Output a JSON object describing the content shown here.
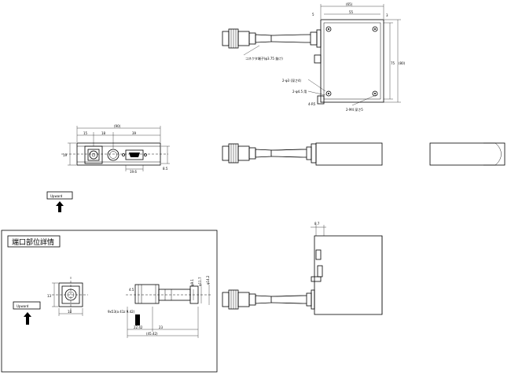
{
  "top_view": {
    "dim_width_total": "(65)",
    "dim_inner_width": "55",
    "dim_left_small": "5",
    "dim_height_inner": "75",
    "dim_height_total": "(80)",
    "dim_right_small": "3",
    "note_conn": "コネクタ端子(φ3.75 抜け)",
    "note_hole1": "2-φ3 (深さ4)",
    "note_hole2": "2-φ4.5 用",
    "note_corner": "4-R5",
    "note_screw": "2-M4 深さ5"
  },
  "side_view": {
    "dim_total": "(90)",
    "dim_a": "15",
    "dim_b": "18",
    "dim_c": "39",
    "dim_height": "19",
    "dim_right": "8.5",
    "dim_bottom": "19.6"
  },
  "upward_label_1": "Upward",
  "detail_box": {
    "title": "端口部位詳情",
    "upward_label": "Upward",
    "dim_front_h": "13",
    "dim_front_w": "18",
    "dim_top_a": "4.5",
    "thread_note": "9x53(a 41z 9.42)",
    "dim_len_a": "22.42",
    "dim_len_b": "23",
    "dim_len_total": "(45.42)",
    "dim_v1": "φ9.1",
    "dim_v2": "φ11.7",
    "dim_v3": "φ14.2"
  },
  "bottom_right": {
    "dim_top": "8.7"
  }
}
